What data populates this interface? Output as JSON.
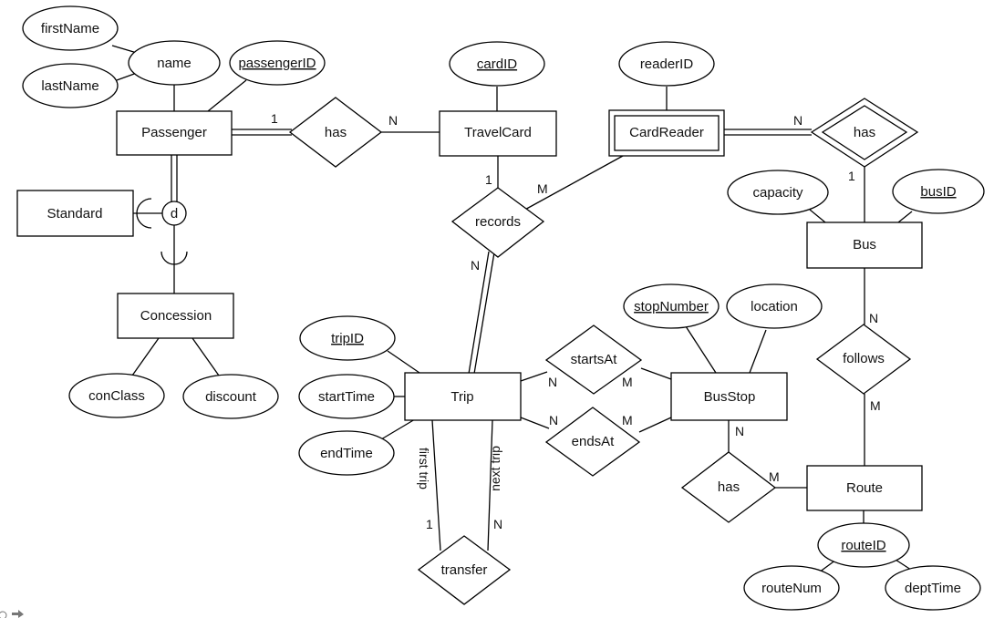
{
  "entities": {
    "passenger": "Passenger",
    "travelcard": "TravelCard",
    "cardreader": "CardReader",
    "standard": "Standard",
    "concession": "Concession",
    "bus": "Bus",
    "trip": "Trip",
    "busstop": "BusStop",
    "route": "Route"
  },
  "relationships": {
    "passenger_has": "has",
    "bus_has": "has",
    "records": "records",
    "startsat": "startsAt",
    "endsat": "endsAt",
    "follows": "follows",
    "stop_has": "has",
    "transfer": "transfer"
  },
  "attributes": {
    "firstname": "firstName",
    "name": "name",
    "lastname": "lastName",
    "passengerid": "passengerID",
    "cardid": "cardID",
    "readerid": "readerID",
    "capacity": "capacity",
    "busid": "busID",
    "stopnumber": "stopNumber",
    "location": "location",
    "tripid": "tripID",
    "starttime": "startTime",
    "endtime": "endTime",
    "conclass": "conClass",
    "discount": "discount",
    "routeid": "routeID",
    "routenum": "routeNum",
    "depttime": "deptTime"
  },
  "specialization": {
    "symbol": "d"
  },
  "role_labels": {
    "first_trip": "first trip",
    "next_trip": "next trip"
  },
  "cardinalities": {
    "passenger_has_passenger": "1",
    "passenger_has_travelcard": "N",
    "bus_has_cardreader": "N",
    "bus_has_bus": "1",
    "records_travelcard": "1",
    "records_cardreader": "M",
    "records_trip": "N",
    "startsat_trip": "N",
    "startsat_busstop": "M",
    "endsat_trip": "N",
    "endsat_busstop": "M",
    "follows_bus": "N",
    "follows_route": "M",
    "stophas_busstop": "N",
    "stophas_route": "M",
    "transfer_first": "1",
    "transfer_next": "N"
  }
}
